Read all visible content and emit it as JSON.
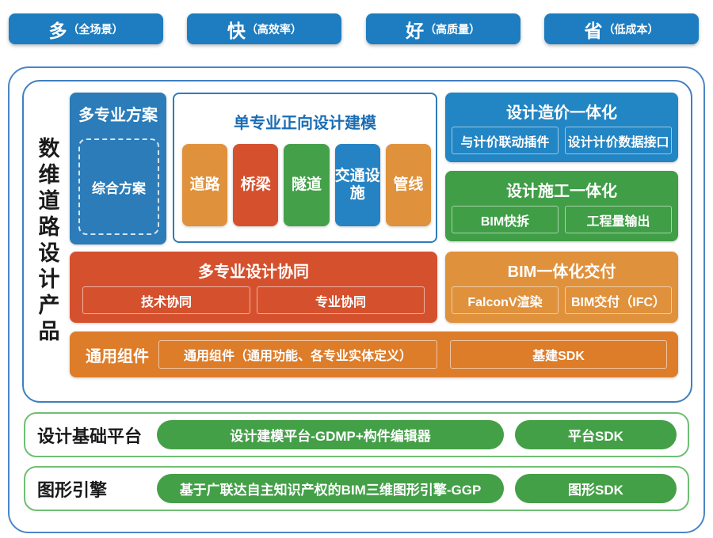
{
  "top_badges": [
    {
      "main": "多",
      "sub": "（全场景）",
      "color": "#1e7dc0"
    },
    {
      "main": "快",
      "sub": "（高效率）",
      "color": "#1e7dc0"
    },
    {
      "main": "好",
      "sub": "（高质量）",
      "color": "#1e7dc0"
    },
    {
      "main": "省",
      "sub": "（低成本）",
      "color": "#1e7dc0"
    }
  ],
  "product_section": {
    "side_label": "数维道路设计产品",
    "multi_scheme": {
      "title": "多专业方案",
      "item": "综合方案",
      "color": "#2b7cb9"
    },
    "modeling": {
      "title": "单专业正向设计建模",
      "items": [
        {
          "label": "道路",
          "color": "#e0913c"
        },
        {
          "label": "桥梁",
          "color": "#d5512e"
        },
        {
          "label": "隧道",
          "color": "#44a14a"
        },
        {
          "label": "交通设施",
          "color": "#2583c4"
        },
        {
          "label": "管线",
          "color": "#e0913c"
        }
      ]
    },
    "cost": {
      "title": "设计造价一体化",
      "color": "#2285c4",
      "items": [
        "与计价联动插件",
        "设计计价数据接口"
      ]
    },
    "construction": {
      "title": "设计施工一体化",
      "color": "#3f9e46",
      "items": [
        "BIM快拆",
        "工程量输出"
      ]
    },
    "collaboration": {
      "title": "多专业设计协同",
      "color": "#d5512e",
      "items": [
        "技术协同",
        "专业协同"
      ]
    },
    "delivery": {
      "title": "BIM一体化交付",
      "color": "#e0913c",
      "items": [
        "FalconV渲染",
        "BIM交付（IFC）"
      ]
    },
    "common": {
      "label": "通用组件",
      "color": "#dd7d2a",
      "items": [
        "通用组件（通用功能、各专业实体定义）",
        "基建SDK"
      ]
    }
  },
  "platform_rows": [
    {
      "label": "设计基础平台",
      "pill_color": "#43a047",
      "pills": [
        "设计建模平台-GDMP+构件编辑器",
        "平台SDK"
      ]
    },
    {
      "label": "图形引擎",
      "pill_color": "#43a047",
      "pills": [
        "基于广联达自主知识产权的BIM三维图形引擎-GGP",
        "图形SDK"
      ]
    }
  ],
  "colors": {
    "badge_blue": "#1e7dc0",
    "outer_border": "#4a86c6",
    "inner_border": "#3f7fc0",
    "modeling_title_blue": "#1b6db4",
    "green_border": "#6fbf73",
    "pill_green": "#43a047"
  }
}
